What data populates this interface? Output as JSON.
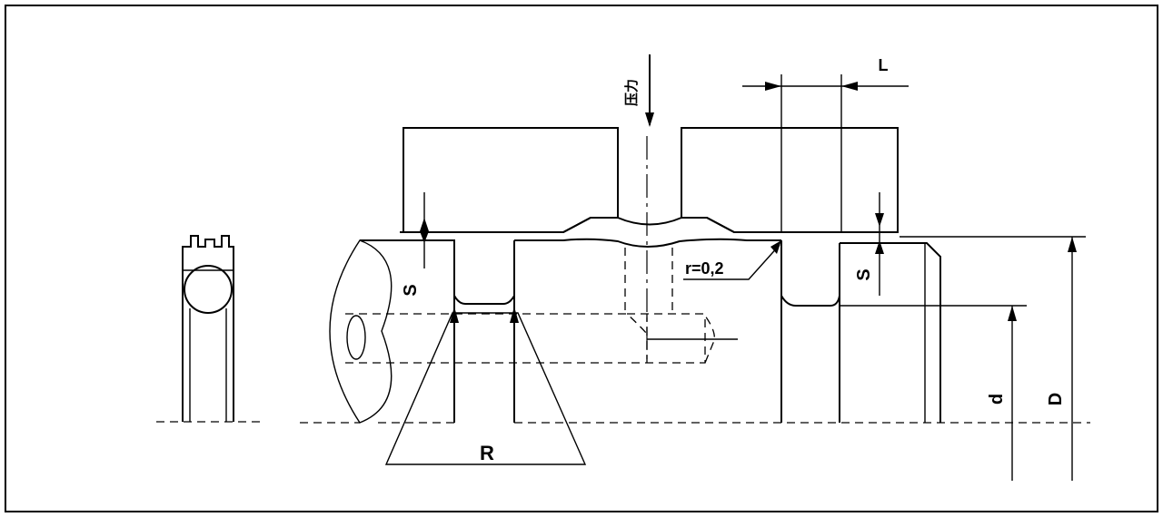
{
  "labels": {
    "pressure": "压力",
    "groove_length": "L",
    "radius_callout": "r=0,2",
    "gap_left": "S",
    "gap_right": "S",
    "inner_diameter": "d",
    "outer_diameter": "D",
    "groove_radius": "R"
  },
  "colors": {
    "line": "#000000",
    "background": "#ffffff",
    "oring_fill": "#8a8a8a"
  }
}
